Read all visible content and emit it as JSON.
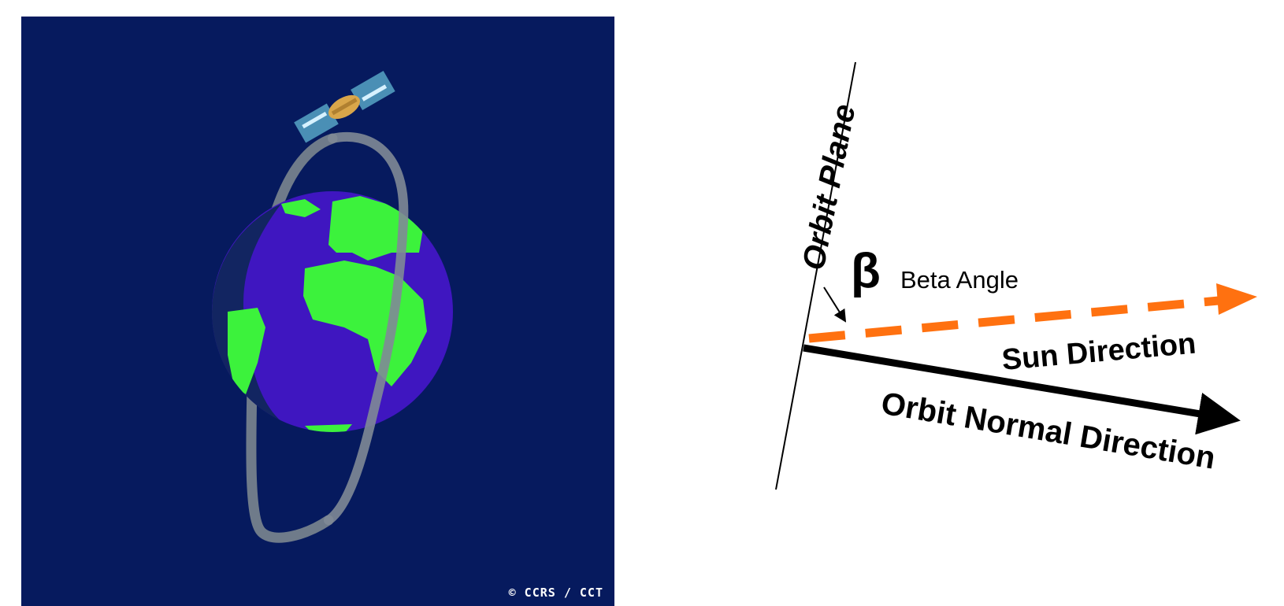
{
  "illustration": {
    "credit": "© CCRS / CCT",
    "colors": {
      "background": "#061a5e",
      "ocean": "#3f16c0",
      "land": "#3cf23c",
      "orbit": "#6f7b8a",
      "panel": "#4a8fb5",
      "satellite_body": "#d9a64a"
    },
    "icons": [
      "earth-globe",
      "satellite",
      "orbit-ring"
    ]
  },
  "diagram": {
    "labels": {
      "orbit_plane": "Orbit Plane",
      "beta_symbol": "β",
      "beta_text": "Beta Angle",
      "sun_direction": "Sun Direction",
      "orbit_normal": "Orbit Normal Direction"
    },
    "colors": {
      "sun_arrow": "#ff7110",
      "normal_arrow": "#000000",
      "plane_line": "#000000"
    }
  }
}
